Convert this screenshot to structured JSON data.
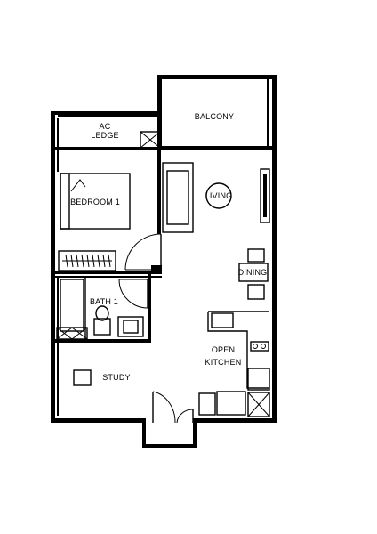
{
  "floorplan": {
    "rooms": {
      "balcony": "BALCONY",
      "ac_ledge_line1": "AC",
      "ac_ledge_line2": "LEDGE",
      "bedroom": "BEDROOM 1",
      "living": "LIVING",
      "dining": "DINING",
      "bath": "BATH 1",
      "open_kitchen_line1": "OPEN",
      "open_kitchen_line2": "KITCHEN",
      "study": "STUDY"
    }
  }
}
